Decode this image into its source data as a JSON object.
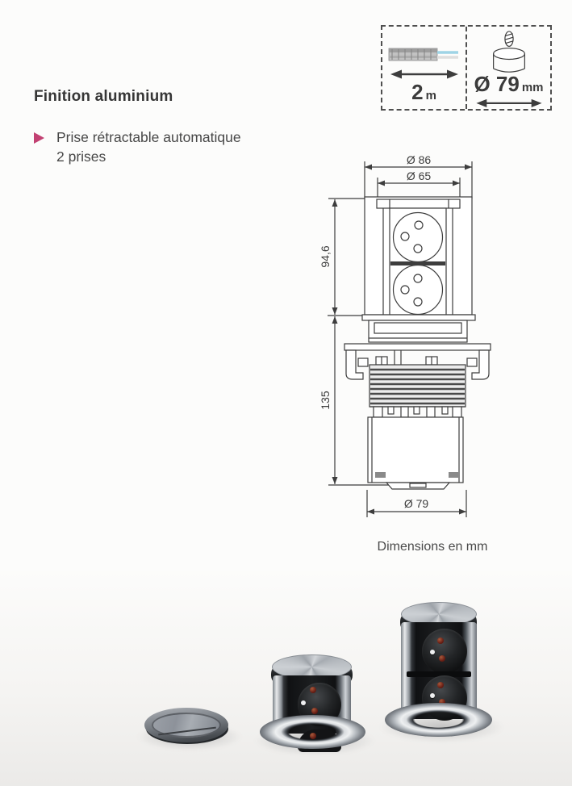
{
  "page": {
    "heading": "Finition aluminium",
    "feature": {
      "line1": "Prise rétractable automatique",
      "line2": "2 prises"
    },
    "spec_box": {
      "cable_length": {
        "value": "2",
        "unit": "m",
        "icon": "cable-icon"
      },
      "hole_diameter": {
        "value": "Ø 79",
        "unit": "mm",
        "icon": "drill-cylinder-icon"
      }
    },
    "drawing": {
      "dim_outer_diameter": "Ø 86",
      "dim_inner_diameter": "Ø 65",
      "dim_upper_height": "94,6",
      "dim_lower_height": "135",
      "dim_base_diameter": "Ø 79",
      "caption": "Dimensions en mm"
    },
    "photos": [
      {
        "name": "closed-flush-cover"
      },
      {
        "name": "pop-up-partially-raised"
      },
      {
        "name": "pop-up-fully-raised"
      }
    ],
    "colors": {
      "bullet_accent": "#c24172",
      "text_dark": "#3d3d3d",
      "drawing_line": "#3d3d3d",
      "cable_wire_blue": "#9fd4e6",
      "page_background": "#fcfcfb"
    }
  }
}
